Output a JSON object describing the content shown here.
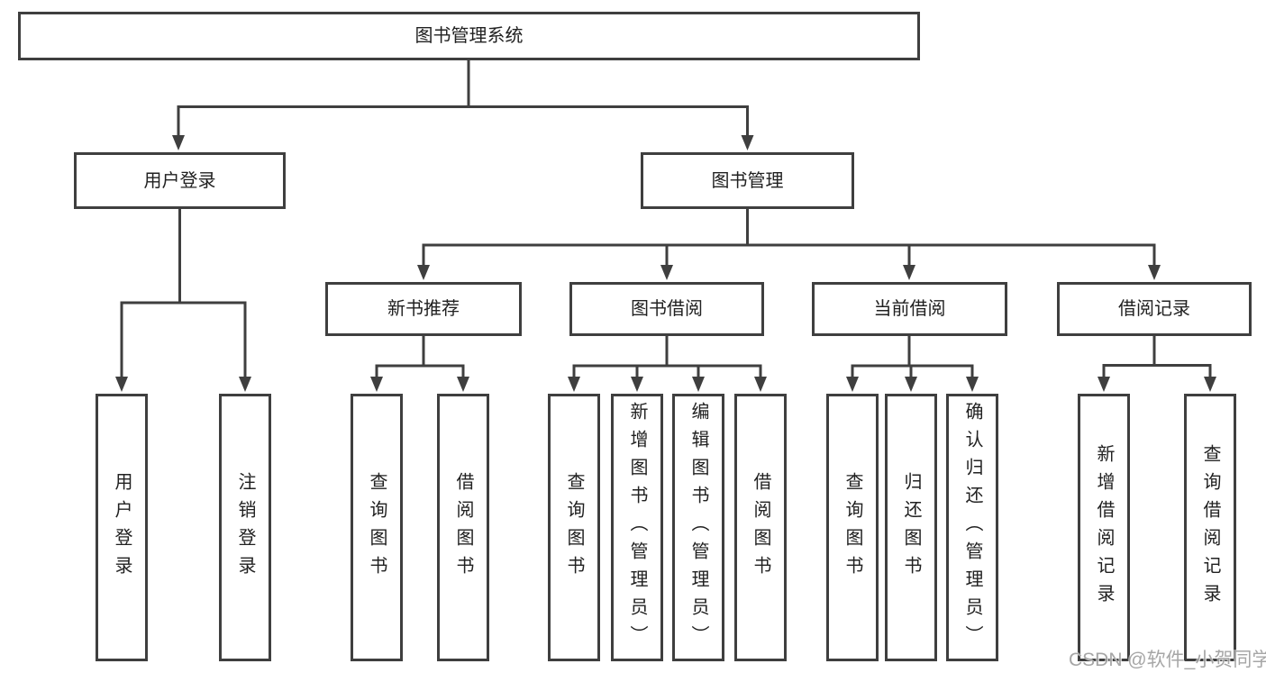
{
  "tree": {
    "root": "图书管理系统",
    "branches": [
      {
        "label": "用户登录",
        "children": [
          {
            "label": "用户登录"
          },
          {
            "label": "注销登录"
          }
        ]
      },
      {
        "label": "图书管理",
        "groups": [
          {
            "label": "新书推荐",
            "children": [
              {
                "label": "查询图书"
              },
              {
                "label": "借阅图书"
              }
            ]
          },
          {
            "label": "图书借阅",
            "children": [
              {
                "label": "查询图书"
              },
              {
                "label": "新增图书（管理员）"
              },
              {
                "label": "编辑图书（管理员）"
              },
              {
                "label": "借阅图书"
              }
            ]
          },
          {
            "label": "当前借阅",
            "children": [
              {
                "label": "查询图书"
              },
              {
                "label": "归还图书"
              },
              {
                "label": "确认归还（管理员）"
              }
            ]
          },
          {
            "label": "借阅记录",
            "children": [
              {
                "label": "新增借阅记录"
              },
              {
                "label": "查询借阅记录"
              }
            ]
          }
        ]
      }
    ]
  },
  "watermark": {
    "text": "CSDN @软件_小贺同学",
    "color": "#9e9e9e"
  },
  "colors": {
    "line": "#3f3f3f",
    "border": "#3f3f3f",
    "text": "#212121",
    "background": "#ffffff"
  }
}
